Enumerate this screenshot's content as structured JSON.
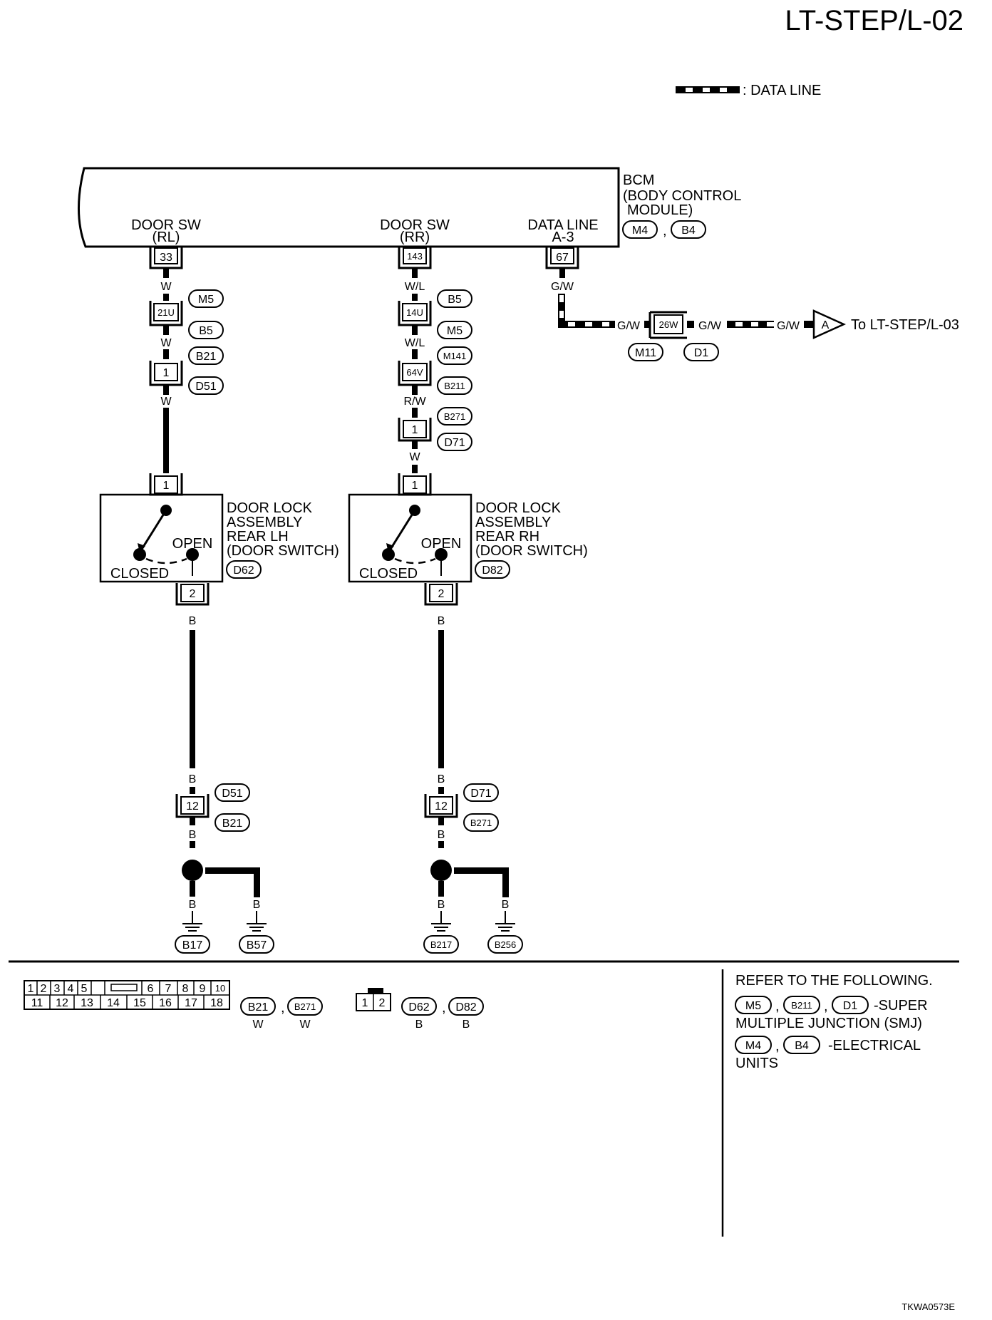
{
  "page_id": "LT-STEP/L-02",
  "footer_code": "TKWA0573E",
  "legend": {
    "text": ": DATA LINE"
  },
  "bcm": {
    "lines": [
      "BCM",
      "(BODY CONTROL",
      "MODULE)"
    ],
    "connectors": [
      "M4",
      "B4"
    ],
    "pin_left": {
      "label1": "DOOR SW",
      "label2": "(RL)",
      "pin": "33"
    },
    "pin_mid": {
      "label1": "DOOR SW",
      "label2": "(RR)",
      "pin": "143"
    },
    "pin_right": {
      "label1": "DATA LINE",
      "label2": "A-3",
      "pin": "67"
    }
  },
  "left_path": {
    "w1": "W",
    "j1": "21U",
    "j1_tags": [
      "M5",
      "B5"
    ],
    "w2": "W",
    "j2": "1",
    "j2_tags": [
      "B21",
      "D51"
    ],
    "w3": "W",
    "sw_in": "1",
    "sw_out": "2",
    "sw_lines": [
      "DOOR LOCK",
      "ASSEMBLY",
      "REAR LH",
      "(DOOR SWITCH)"
    ],
    "sw_tag": "D62",
    "open": "OPEN",
    "closed": "CLOSED",
    "w4": "B",
    "w5": "B",
    "j3": "12",
    "j3_tags": [
      "D51",
      "B21"
    ],
    "w6": "B",
    "w7": "B",
    "w8": "B",
    "grounds": [
      "B17",
      "B57"
    ]
  },
  "right_path": {
    "w1": "W/L",
    "j1": "14U",
    "j1_tags": [
      "B5",
      "M5"
    ],
    "w2": "W/L",
    "j2": "64V",
    "j2_tags": [
      "M141",
      "B211"
    ],
    "w3": "R/W",
    "j3": "1",
    "j3_tags": [
      "B271",
      "D71"
    ],
    "w4": "W",
    "sw_in": "1",
    "sw_out": "2",
    "sw_lines": [
      "DOOR LOCK",
      "ASSEMBLY",
      "REAR RH",
      "(DOOR SWITCH)"
    ],
    "sw_tag": "D82",
    "open": "OPEN",
    "closed": "CLOSED",
    "w5": "B",
    "w6": "B",
    "j4": "12",
    "j4_tags": [
      "D71",
      "B271"
    ],
    "w7": "B",
    "w8": "B",
    "w9": "B",
    "grounds": [
      "B217",
      "B256"
    ]
  },
  "data_path": {
    "w1": "G/W",
    "w2": "G/W",
    "j": "26W",
    "j_tags": [
      "M11",
      "D1"
    ],
    "w3": "G/W",
    "w4": "G/W",
    "arrow": "A",
    "to": "To LT-STEP/L-03"
  },
  "connector_table": {
    "row1": [
      "1",
      "2",
      "3",
      "4",
      "5",
      "6",
      "7",
      "8",
      "9",
      "10"
    ],
    "row2": [
      "11",
      "12",
      "13",
      "14",
      "15",
      "16",
      "17",
      "18"
    ],
    "tags": [
      "B21",
      "B271"
    ],
    "tag_colors": [
      "W",
      "W"
    ],
    "two_pin": [
      "1",
      "2"
    ],
    "two_pin_tags": [
      "D62",
      "D82"
    ],
    "two_pin_colors": [
      "B",
      "B"
    ]
  },
  "refer": {
    "heading": "REFER TO THE FOLLOWING.",
    "smj_tags": [
      "M5",
      "B211",
      "D1"
    ],
    "smj_text1": "-SUPER",
    "smj_text2": "MULTIPLE JUNCTION (SMJ)",
    "eu_tags": [
      "M4",
      "B4"
    ],
    "eu_text1": "-ELECTRICAL",
    "eu_text2": "UNITS"
  }
}
